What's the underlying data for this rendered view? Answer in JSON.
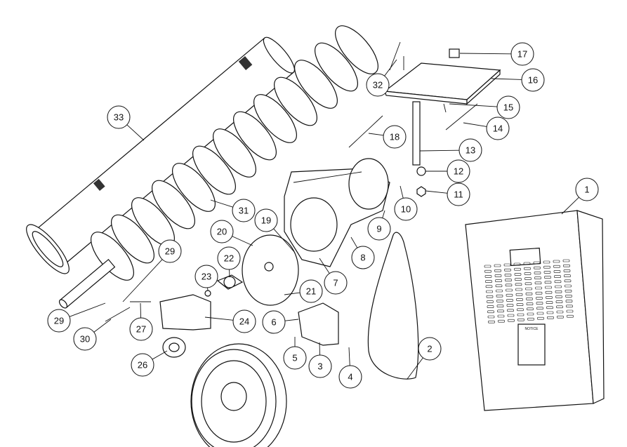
{
  "title": "Auger assembly exploded parts diagram",
  "callouts": [
    "1",
    "2",
    "3",
    "4",
    "5",
    "6",
    "7",
    "8",
    "9",
    "10",
    "11",
    "12",
    "13",
    "14",
    "15",
    "16",
    "17",
    "18",
    "19",
    "20",
    "21",
    "22",
    "23",
    "24",
    "26",
    "27",
    "29",
    "29",
    "30",
    "31",
    "32",
    "33"
  ],
  "cabinet_label": "NOTICE"
}
